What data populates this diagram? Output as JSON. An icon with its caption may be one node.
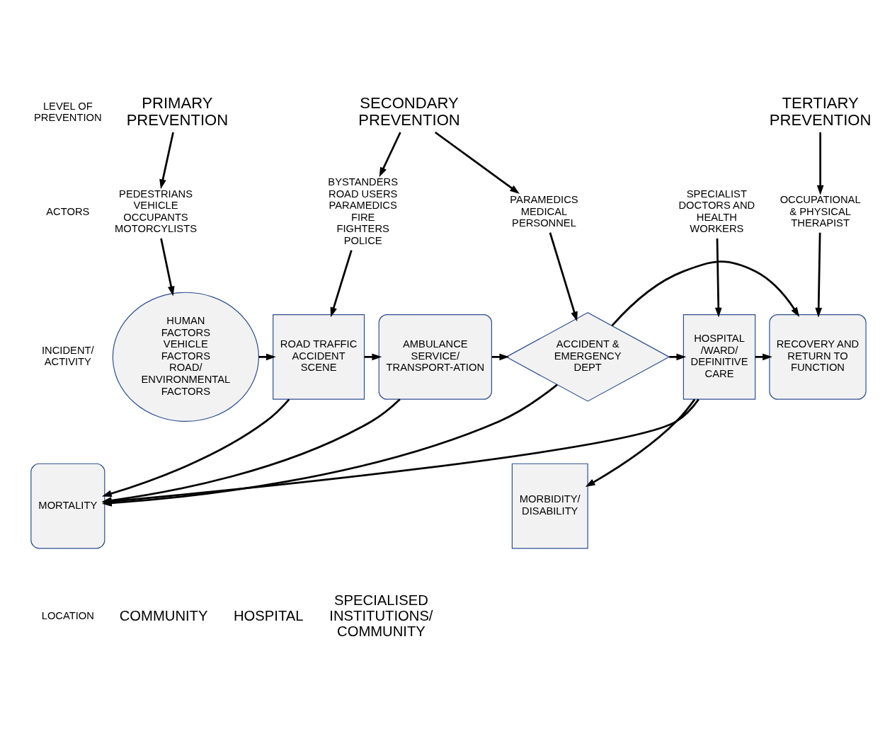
{
  "diagram": {
    "nodes": [
      {
        "text": [
          "PRIMARY PREVENTION"
        ]
      },
      {
        "text": [
          "SECONDARY PREVENTION"
        ]
      },
      {
        "text": [
          "TERTIARY PREVENTION"
        ]
      },
      {
        "text": [
          "PEDESTRIANS",
          "VEHICLE OCCUPANTS",
          "MOTORCYLISTS"
        ]
      },
      {
        "text": [
          "BYSTANDERS",
          "ROAD USERS",
          "PARAMEDICS",
          "FIRE FIGHTERS",
          "POLICE"
        ]
      },
      {
        "text": [
          "PARAMEDICS",
          "MEDICAL PERSONNEL"
        ]
      },
      {
        "text": [
          "SPECIALIST DOCTORS AND HEALTH WORKERS"
        ]
      },
      {
        "text": [
          "OCCUPATIONAL & PHYSICAL THERAPIST"
        ]
      },
      {
        "text": [
          "HUMAN FACTORS",
          "VEHICLE FACTORS",
          "ROAD/ ENVIRONMENTAL FACTORS"
        ]
      },
      {
        "text": [
          "ROAD TRAFFIC ACCIDENT SCENE"
        ]
      },
      {
        "text": [
          "AMBULANCE SERVICE/ TRANSPORT-ATION"
        ]
      },
      {
        "text": [
          "ACCIDENT & EMERGENCY DEPT"
        ]
      },
      {
        "text": [
          "HOSPITAL /WARD/ DEFINITIVE CARE"
        ]
      },
      {
        "text": [
          "RECOVERY AND RETURN TO FUNCTION"
        ]
      },
      {
        "text": [
          "MORBIDITY/ DISABILITY"
        ]
      },
      {
        "text": [
          "MORTALITY"
        ]
      }
    ],
    "edges": [
      {
        "from": 0,
        "to": 3,
        "arrow": "to"
      },
      {
        "from": 1,
        "to": 4,
        "arrow": "to"
      },
      {
        "from": 1,
        "to": 5,
        "arrow": "to"
      },
      {
        "from": 2,
        "to": 7,
        "arrow": "to"
      },
      {
        "from": 3,
        "to": 8,
        "arrow": "to"
      },
      {
        "from": 4,
        "to": 9,
        "arrow": "to"
      },
      {
        "from": 5,
        "to": 11,
        "arrow": "to"
      },
      {
        "from": 6,
        "to": 12,
        "arrow": "to"
      },
      {
        "from": 7,
        "to": 13,
        "arrow": "to"
      },
      {
        "from": 8,
        "to": 9,
        "arrow": "to"
      },
      {
        "from": 9,
        "to": 10,
        "arrow": "to"
      },
      {
        "from": 10,
        "to": 11,
        "arrow": "to"
      },
      {
        "from": 11,
        "to": 12,
        "arrow": "to"
      },
      {
        "from": 11,
        "to": 13,
        "arrow": "to"
      },
      {
        "from": 11,
        "to": 15,
        "arrow": "to"
      },
      {
        "from": 12,
        "to": 15,
        "arrow": "to"
      },
      {
        "from": 12,
        "to": 13,
        "arrow": "to"
      },
      {
        "from": 12,
        "to": 14,
        "arrow": "to"
      },
      {
        "from": 9,
        "to": 15,
        "arrow": "to"
      },
      {
        "from": 10,
        "to": 15,
        "arrow": "to"
      }
    ],
    "labels": [
      "LEVEL OF PREVENTION",
      "ACTORS",
      "INCIDENT/ ACTIVITY",
      "LOCATION",
      "COMMUNITY",
      "HOSPITAL",
      "SPECIALISED INSTITUTIONS/ COMMUNITY"
    ]
  }
}
